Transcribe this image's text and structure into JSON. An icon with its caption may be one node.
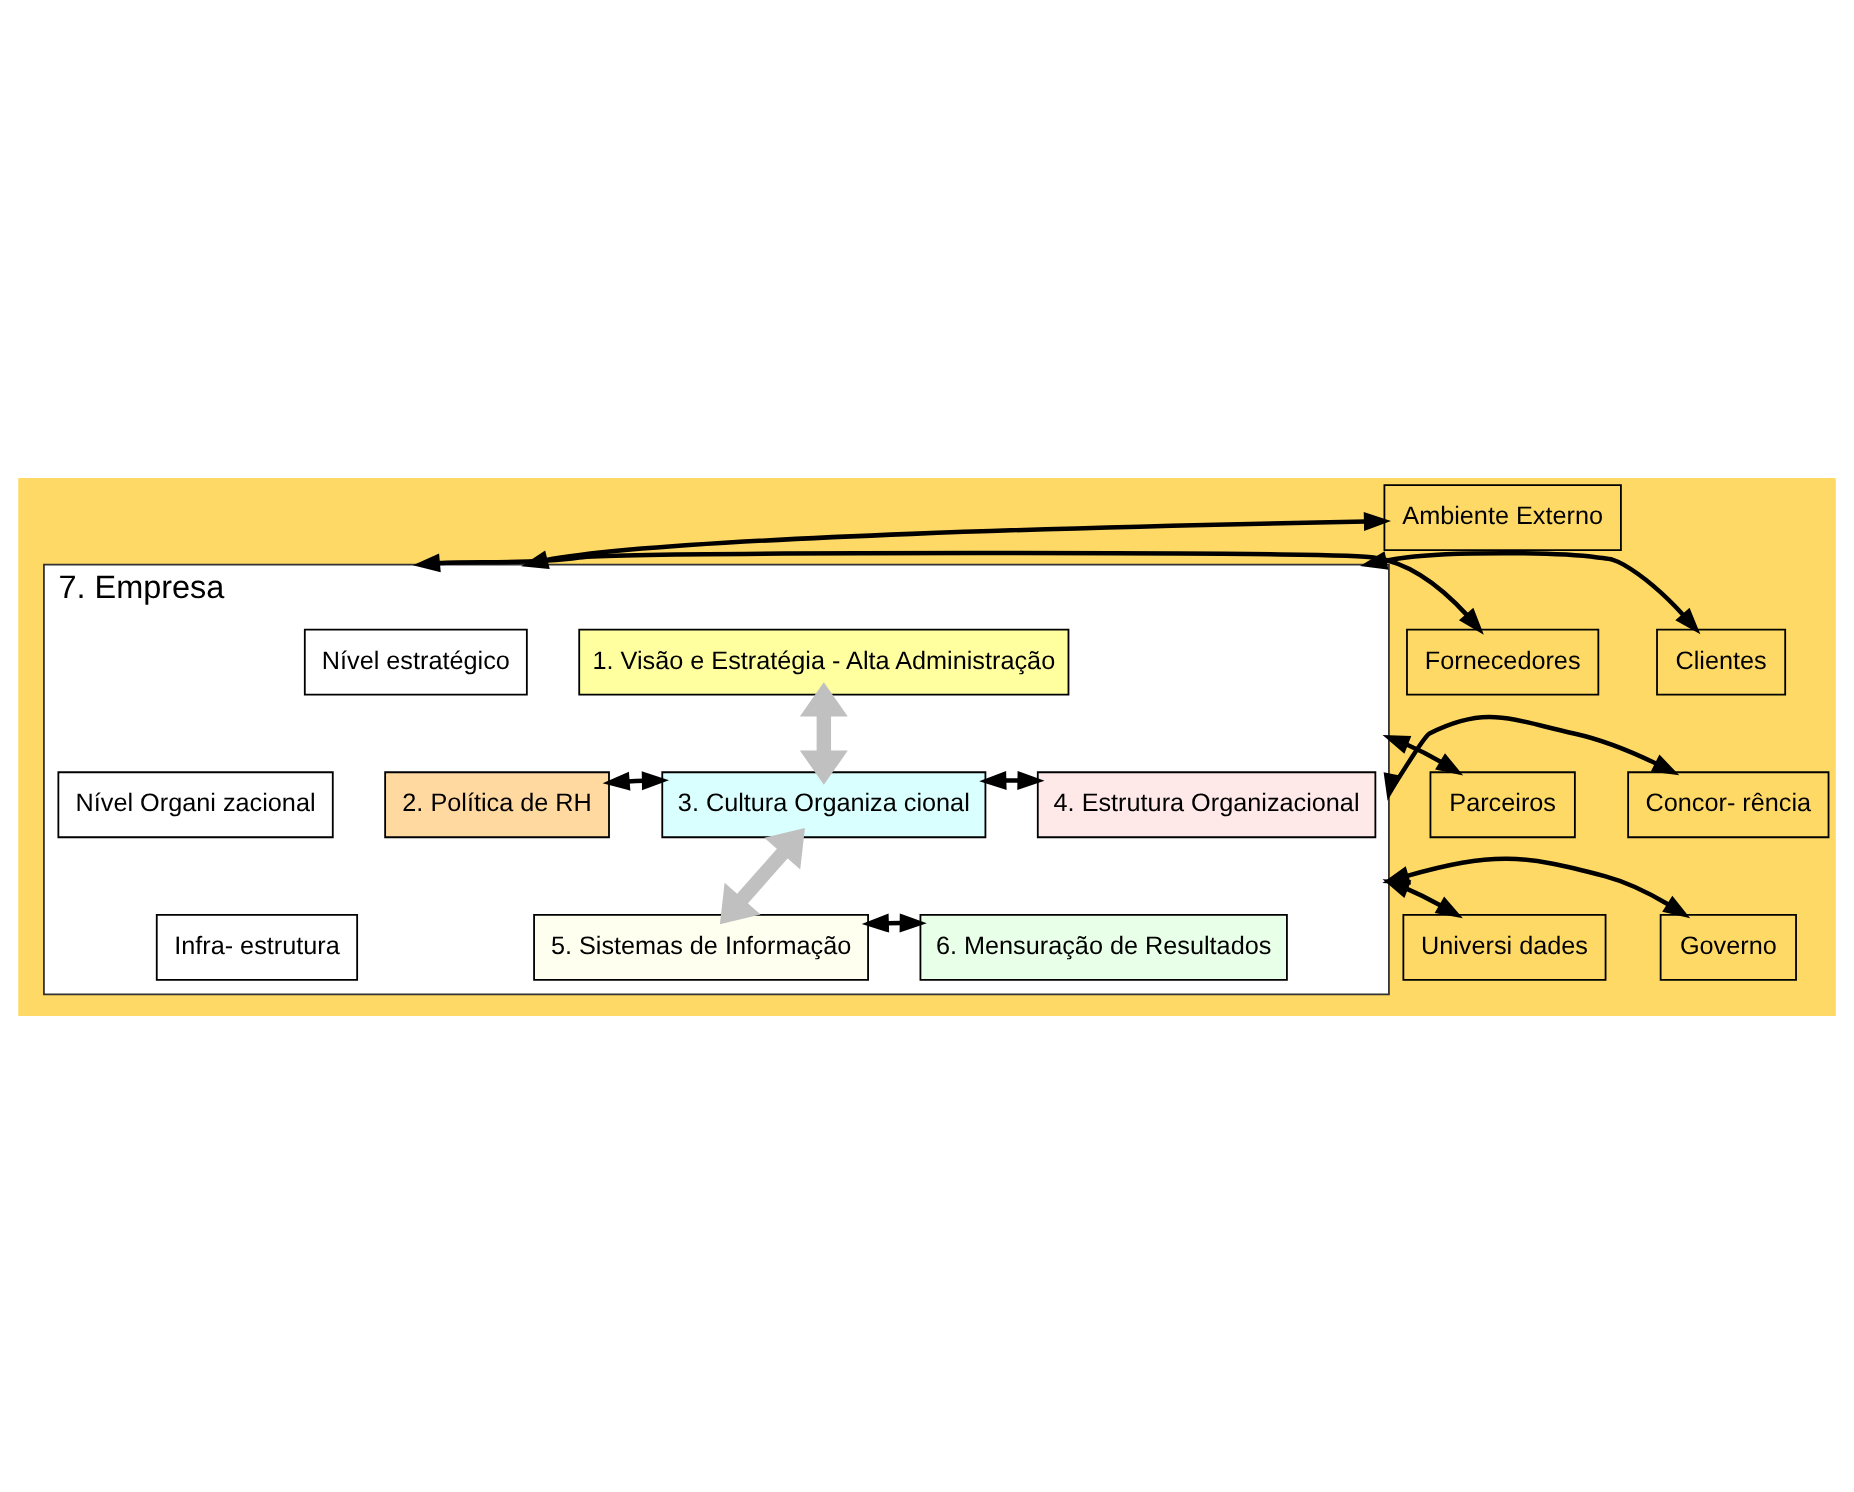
{
  "diagram": {
    "nodes": [
      {
        "text": [
          "Ambiente Externo"
        ]
      },
      {
        "text": [
          "7. Empresa"
        ]
      },
      {
        "text": [
          "Nível estratégico"
        ],
        "in": 1
      },
      {
        "text": [
          "1. Visão e Estratégia - Alta Administração"
        ],
        "in": 1
      },
      {
        "text": [
          "Nível Organi zacional"
        ],
        "in": 1
      },
      {
        "text": [
          "2. Política de RH"
        ],
        "in": 1
      },
      {
        "text": [
          "3. Cultura Organiza cional"
        ],
        "in": 1
      },
      {
        "text": [
          "4. Estrutura Organizacional"
        ],
        "in": 1
      },
      {
        "text": [
          "Infra- estrutura"
        ],
        "in": 1
      },
      {
        "text": [
          "5. Sistemas de Informação"
        ],
        "in": 1
      },
      {
        "text": [
          "6. Mensuração de Resultados"
        ],
        "in": 1
      },
      {
        "text": [
          "Fornecedores"
        ]
      },
      {
        "text": [
          "Parceiros"
        ]
      },
      {
        "text": [
          "Universi dades"
        ]
      },
      {
        "text": [
          "Clientes"
        ]
      },
      {
        "text": [
          "Concor- rência"
        ]
      },
      {
        "text": [
          "Governo"
        ]
      }
    ],
    "edges": [
      {
        "from": 0,
        "to": 1,
        "arrow": "both"
      },
      {
        "from": 3,
        "to": 6,
        "arrow": "both",
        "style": "thick",
        "color": "#c0c0c0"
      },
      {
        "from": 5,
        "to": 6,
        "arrow": "both"
      },
      {
        "from": 6,
        "to": 7,
        "arrow": "both"
      },
      {
        "from": 6,
        "to": 9,
        "arrow": "both",
        "style": "thick",
        "color": "#c0c0c0"
      },
      {
        "from": 9,
        "to": 10,
        "arrow": "both"
      },
      {
        "from": 11,
        "to": 1,
        "arrow": "both"
      },
      {
        "from": 12,
        "to": 1,
        "arrow": "both"
      },
      {
        "from": 13,
        "to": 1,
        "arrow": "both"
      },
      {
        "from": 1,
        "to": 14,
        "arrow": "both"
      },
      {
        "from": 1,
        "to": 15,
        "arrow": "both"
      },
      {
        "from": 1,
        "to": 16,
        "arrow": "both"
      }
    ]
  }
}
